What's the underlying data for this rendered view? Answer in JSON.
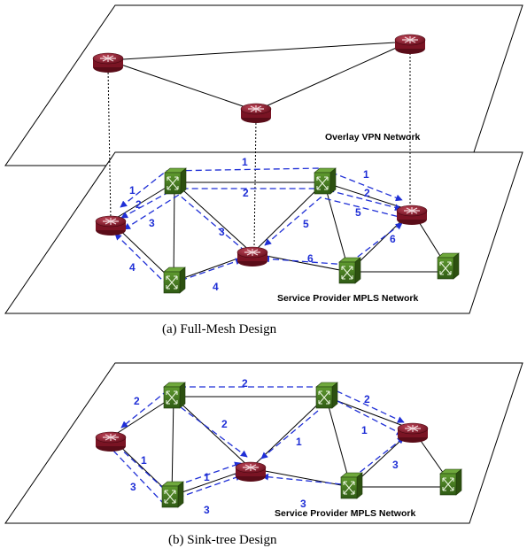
{
  "figure": {
    "label_overlay": "Overlay VPN Network",
    "label_mpls_a": "Service Provider MPLS Network",
    "label_mpls_b": "Service Provider MPLS Network",
    "caption_a": "(a)    Full-Mesh Design",
    "caption_b": "(b)    Sink-tree Design"
  },
  "path_labels": {
    "a": [
      "1",
      "1",
      "1",
      "2",
      "2",
      "2",
      "3",
      "3",
      "4",
      "4",
      "5",
      "5",
      "6",
      "6"
    ],
    "b": [
      "2",
      "2",
      "2",
      "2",
      "1",
      "1",
      "1",
      "1",
      "3",
      "3",
      "3",
      "3"
    ]
  },
  "colors": {
    "router": "#8b1a2b",
    "switch": "#3f6e1e",
    "path": "#1f2fd6"
  },
  "icons": {
    "router": "router-icon",
    "switch": "mpls-switch-icon"
  }
}
